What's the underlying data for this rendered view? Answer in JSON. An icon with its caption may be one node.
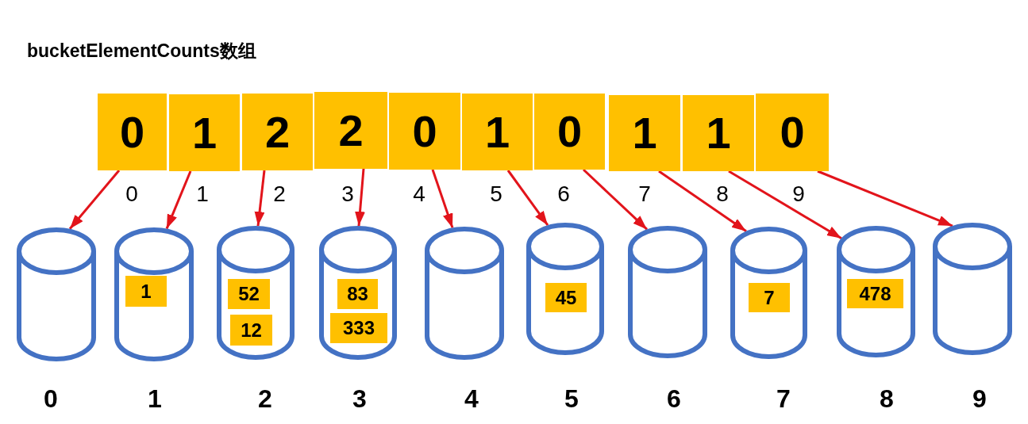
{
  "diagram": {
    "title": "bucketElementCounts数组",
    "nodes": [
      {
        "text": [
          "0"
        ],
        "beside": [
          "0"
        ]
      },
      {
        "text": [
          "1"
        ],
        "beside": [
          "1"
        ]
      },
      {
        "text": [
          "2"
        ],
        "beside": [
          "2"
        ]
      },
      {
        "text": [
          "2"
        ],
        "beside": [
          "3"
        ]
      },
      {
        "text": [
          "0"
        ],
        "beside": [
          "4"
        ]
      },
      {
        "text": [
          "1"
        ],
        "beside": [
          "5"
        ]
      },
      {
        "text": [
          "0"
        ],
        "beside": [
          "6"
        ]
      },
      {
        "text": [
          "1"
        ],
        "beside": [
          "7"
        ]
      },
      {
        "text": [
          "1"
        ],
        "beside": [
          "8"
        ]
      },
      {
        "text": [
          "0"
        ],
        "beside": [
          "9"
        ]
      },
      {
        "text": [],
        "shape": "cylinder",
        "beside": [
          "0"
        ]
      },
      {
        "text": [],
        "shape": "cylinder",
        "beside": [
          "1"
        ]
      },
      {
        "text": [
          "1"
        ],
        "in": 11
      },
      {
        "text": [],
        "shape": "cylinder",
        "beside": [
          "2"
        ]
      },
      {
        "text": [
          "52"
        ],
        "in": 13
      },
      {
        "text": [
          "12"
        ],
        "in": 13
      },
      {
        "text": [],
        "shape": "cylinder",
        "beside": [
          "3"
        ]
      },
      {
        "text": [
          "83"
        ],
        "in": 16
      },
      {
        "text": [
          "333"
        ],
        "in": 16
      },
      {
        "text": [],
        "shape": "cylinder",
        "beside": [
          "4"
        ]
      },
      {
        "text": [],
        "shape": "cylinder",
        "beside": [
          "5"
        ]
      },
      {
        "text": [
          "45"
        ],
        "in": 20
      },
      {
        "text": [],
        "shape": "cylinder",
        "beside": [
          "6"
        ]
      },
      {
        "text": [],
        "shape": "cylinder",
        "beside": [
          "7"
        ]
      },
      {
        "text": [
          "7"
        ],
        "in": 23
      },
      {
        "text": [],
        "shape": "cylinder",
        "beside": [
          "8"
        ]
      },
      {
        "text": [
          "478"
        ],
        "in": 25
      },
      {
        "text": [],
        "shape": "cylinder",
        "beside": [
          "9"
        ]
      }
    ],
    "edges": [
      {
        "from": 0,
        "to": 10,
        "arrow": "to"
      },
      {
        "from": 1,
        "to": 11,
        "arrow": "to"
      },
      {
        "from": 2,
        "to": 13,
        "arrow": "to"
      },
      {
        "from": 3,
        "to": 16,
        "arrow": "to"
      },
      {
        "from": 4,
        "to": 19,
        "arrow": "to"
      },
      {
        "from": 5,
        "to": 20,
        "arrow": "to"
      },
      {
        "from": 6,
        "to": 22,
        "arrow": "to"
      },
      {
        "from": 7,
        "to": 23,
        "arrow": "to"
      },
      {
        "from": 8,
        "to": 25,
        "arrow": "to"
      },
      {
        "from": 9,
        "to": 27,
        "arrow": "to"
      }
    ]
  }
}
